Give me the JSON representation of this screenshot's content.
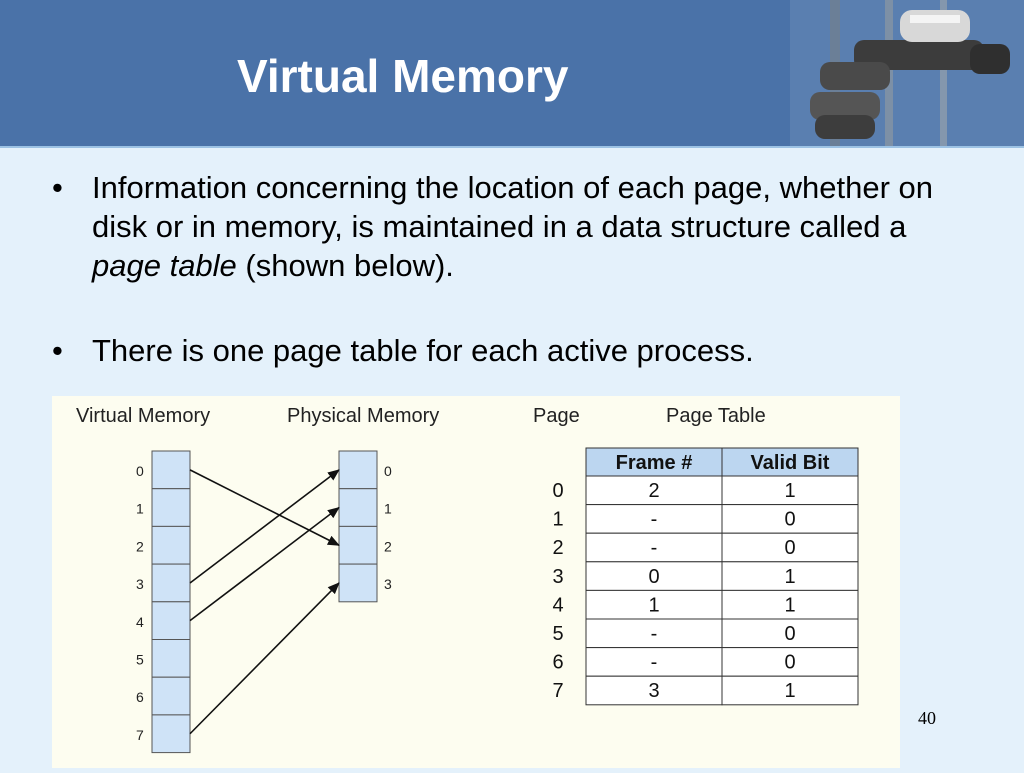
{
  "slide": {
    "title": "Virtual Memory",
    "page_number": "40"
  },
  "bullets": [
    {
      "marker": "•",
      "text_before": "Information concerning the location of each page, whether on disk or in memory, is maintained in a data structure called a ",
      "emphasis": "page table",
      "text_after": " (shown below)."
    },
    {
      "marker": "•",
      "text": "There is one page table for each active process."
    }
  ],
  "diagram": {
    "labels": {
      "virtual_memory": "Virtual Memory",
      "physical_memory": "Physical Memory",
      "page": "Page",
      "page_table": "Page Table"
    },
    "virtual_indices": [
      "0",
      "1",
      "2",
      "3",
      "4",
      "5",
      "6",
      "7"
    ],
    "physical_indices": [
      "0",
      "1",
      "2",
      "3"
    ],
    "mappings": [
      {
        "virtual": 0,
        "physical": 2
      },
      {
        "virtual": 3,
        "physical": 0
      },
      {
        "virtual": 4,
        "physical": 1
      },
      {
        "virtual": 7,
        "physical": 3
      }
    ],
    "table": {
      "headers": [
        "Frame #",
        "Valid Bit"
      ],
      "rows": [
        {
          "page": "0",
          "frame": "2",
          "valid": "1"
        },
        {
          "page": "1",
          "frame": "-",
          "valid": "0"
        },
        {
          "page": "2",
          "frame": "-",
          "valid": "0"
        },
        {
          "page": "3",
          "frame": "0",
          "valid": "1"
        },
        {
          "page": "4",
          "frame": "1",
          "valid": "1"
        },
        {
          "page": "5",
          "frame": "-",
          "valid": "0"
        },
        {
          "page": "6",
          "frame": "-",
          "valid": "0"
        },
        {
          "page": "7",
          "frame": "3",
          "valid": "1"
        }
      ]
    },
    "colors": {
      "memory_cell": "#cfe3f7",
      "table_header": "#bcd6f0",
      "panel": "#fdfdf0"
    }
  }
}
